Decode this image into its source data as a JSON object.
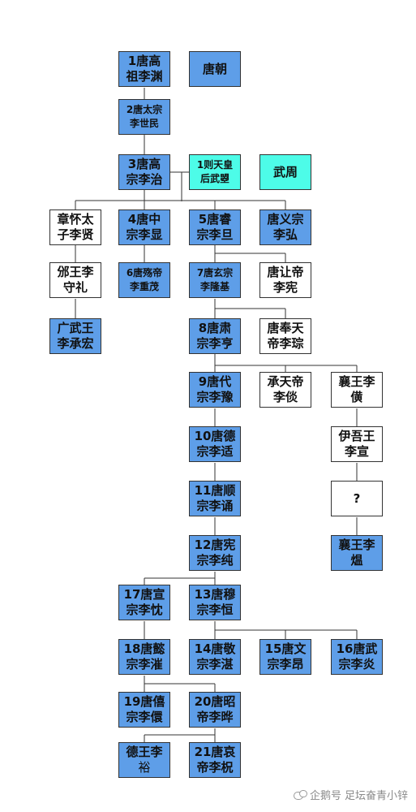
{
  "nodes": {
    "gaozu": "1唐高\n祖李渊",
    "tang_dynasty": "唐朝",
    "taizong": "2唐太宗\n李世民",
    "gaozong": "3唐高\n宗李治",
    "wuzetian": "1则天皇\n后武曌",
    "wuzhou": "武周",
    "zhanghuai": "章怀太\n子李贤",
    "zhongzong": "4唐中\n宗李显",
    "ruizong": "5唐睿\n宗李旦",
    "yizong": "唐义宗\n李弘",
    "binwang": "邠王李\n守礼",
    "shangdi": "6唐殇帝\n李重茂",
    "xuanzong": "7唐玄宗\n李隆基",
    "rangdi": "唐让帝\n李宪",
    "guangwu": "广武王\n李承宏",
    "suzong": "8唐肃\n宗李亨",
    "fengtian": "唐奉天\n帝李琮",
    "daizong": "9唐代\n宗李豫",
    "chengtian": "承天帝\n李倓",
    "xiangwang1": "襄王李\n僙",
    "dezong": "10唐德\n宗李适",
    "yiwuwang": "伊吾王\n李宣",
    "shunzong": "11唐顺\n宗李诵",
    "unknown": "?",
    "xianzong": "12唐宪\n宗李纯",
    "xiangwang2": "襄王李\n煴",
    "xuanzong2": "17唐宣\n宗李忱",
    "muzong": "13唐穆\n宗李恒",
    "yizong2": "18唐懿\n宗李漼",
    "jingzong": "14唐敬\n宗李湛",
    "wenzong": "15唐文\n宗李昂",
    "wuzong": "16唐武\n宗李炎",
    "xizong": "19唐僖\n宗李儇",
    "zhaozong": "20唐昭\n帝李晔",
    "dewang_line1": "德王李",
    "dewang_line2": "裕",
    "aidi": "21唐哀\n帝李柷"
  },
  "watermark": {
    "brand": "企鹅号",
    "author": "足坛奋青小锌"
  },
  "colors": {
    "emperor": "#5e9ee8",
    "wuzhou": "#4dfce8",
    "other": "#ffffff",
    "line": "#333333"
  }
}
